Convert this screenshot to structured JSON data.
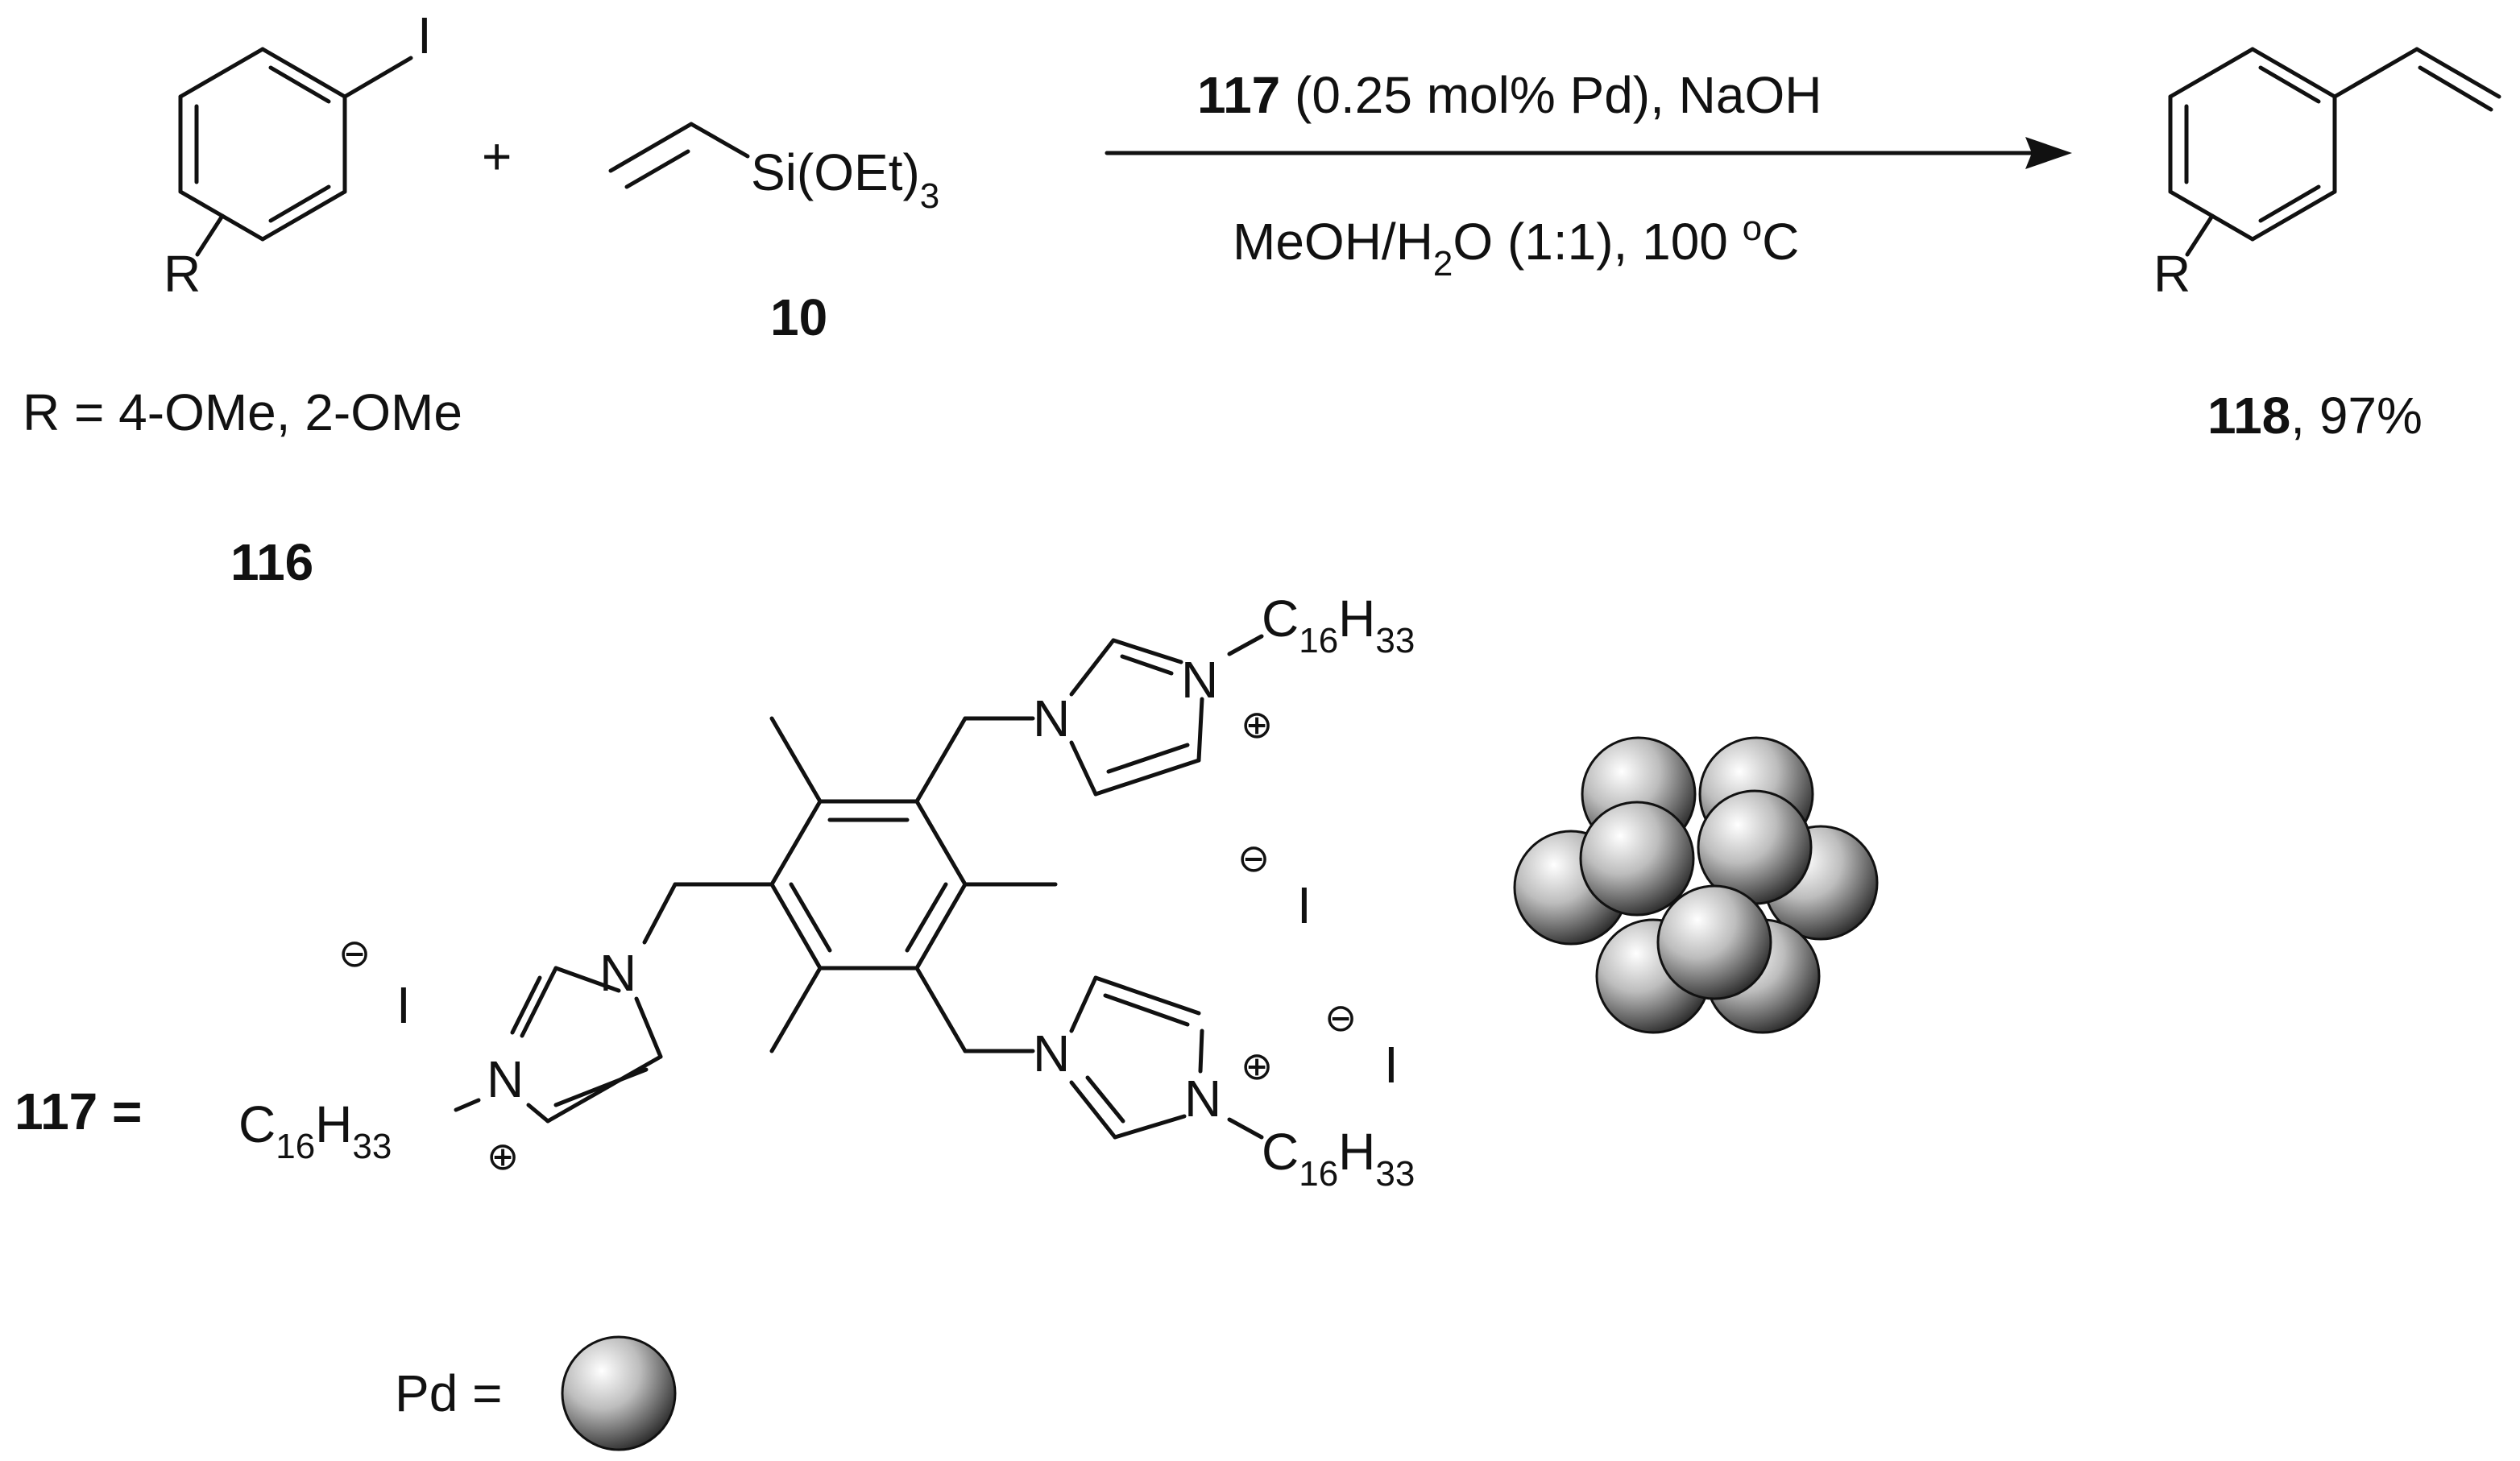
{
  "reaction": {
    "iodide_atom": "I",
    "plus_sign": "+",
    "r_group": "R",
    "r_definition": "R = 4-OMe, 2-OMe",
    "iodide_id": "116",
    "silane_formula": "Si(OEt)",
    "silane_subscript": "3",
    "silane_id": "10",
    "catalyst_ref": "117",
    "conditions_above": " (0.25 mol% Pd), NaOH",
    "conditions_below_a": "MeOH/H",
    "conditions_below_sub": "2",
    "conditions_below_b": "O (1:1), 100 ",
    "conditions_below_deg": "o",
    "conditions_below_c": "C",
    "product_r_group": "R",
    "product_id": "118",
    "product_yield": ", 97%"
  },
  "catalyst": {
    "label": "117 =",
    "n_atom": "N",
    "chain_c": "C",
    "chain_c_sub": "16",
    "chain_h": "H",
    "chain_h_sub": "33",
    "plus_charge": "⊕",
    "minus_charge": "⊖",
    "iodide": "I"
  },
  "legend": {
    "pd_label": "Pd ="
  },
  "colors": {
    "ink": "#111111",
    "sphere_light": "#ffffff",
    "sphere_mid": "#bdbdbd",
    "sphere_dark": "#2a2a2a"
  }
}
